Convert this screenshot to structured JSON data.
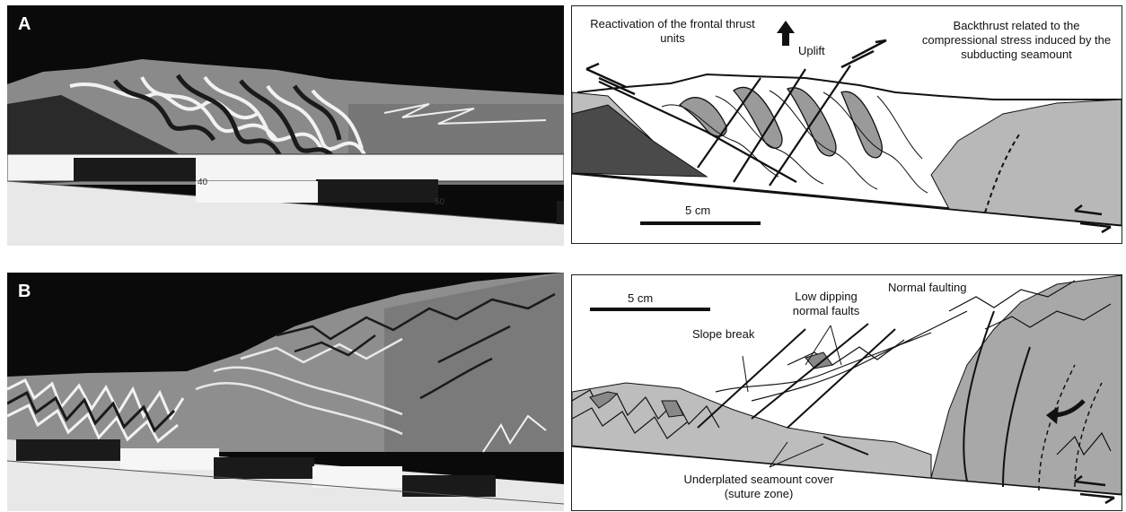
{
  "panel_a": {
    "label": "A",
    "ruler_ticks": [
      "40",
      "50"
    ],
    "annotations": {
      "reactivation": "Reactivation of the frontal thrust units",
      "uplift": "Uplift",
      "backthrust": "Backthrust related to the compressional stress induced by the subducting seamount",
      "scale": "5 cm"
    }
  },
  "panel_b": {
    "label": "B",
    "annotations": {
      "scale": "5 cm",
      "low_dipping": "Low dipping normal faults",
      "normal_faulting": "Normal faulting",
      "slope_break": "Slope break",
      "underplated": "Underplated seamount cover (suture zone)"
    }
  }
}
